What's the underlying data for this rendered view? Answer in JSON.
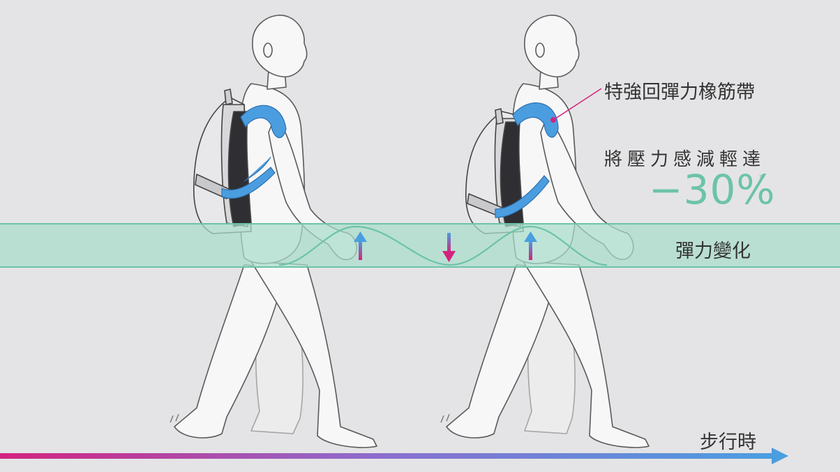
{
  "labels": {
    "strap": "特強回彈力橡筋帶",
    "stat_caption": "將壓力感減輕達",
    "stat_value": "−30%",
    "stat_footnote": "*",
    "band": "彈力變化",
    "axis": "步行時"
  },
  "colors": {
    "background": "#e4e4e6",
    "band_fill": "#a8dccb",
    "band_edge": "#6cc3a8",
    "strap_blue": "#4a9ee0",
    "accent_magenta": "#d4237f",
    "stat_green": "#6cc3a8",
    "figure_fill": "#f7f7f7",
    "figure_line": "#5a5a5a"
  },
  "icons": {
    "up_arrow": "up-arrow-icon",
    "down_arrow": "down-arrow-icon",
    "axis_arrow": "timeline-arrow-icon"
  }
}
